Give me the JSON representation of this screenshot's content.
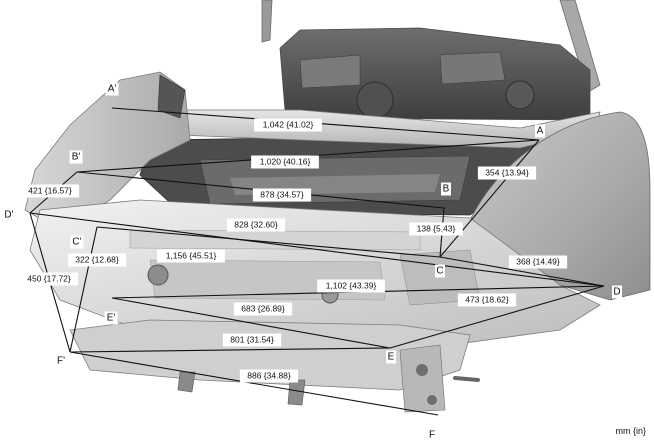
{
  "units_label": "mm {in}",
  "points": [
    "A",
    "A'",
    "B",
    "B'",
    "C",
    "C'",
    "D",
    "D'",
    "E",
    "E'",
    "F",
    "F'"
  ],
  "dimensions": [
    {
      "from": "A'",
      "to": "A",
      "label": "1,042 {41.02}"
    },
    {
      "from": "B'",
      "to": "A",
      "label": "1,020 {40.16}"
    },
    {
      "from": "B'",
      "to": "B",
      "label": "878 {34.57}"
    },
    {
      "from": "A",
      "to": "C",
      "label": "354 {13.94}"
    },
    {
      "from": "B'",
      "to": "D'",
      "label": "421 {16.57}"
    },
    {
      "from": "C'",
      "to": "C",
      "label": "828 {32.60}"
    },
    {
      "from": "B",
      "to": "C",
      "label": "138 {5.43}"
    },
    {
      "from": "D'",
      "to": "D",
      "label": "1,156 {45.51}"
    },
    {
      "from": "C",
      "to": "D",
      "label": "368 {14.49}"
    },
    {
      "from": "C'",
      "to": "F'",
      "label": "322 {12.68}"
    },
    {
      "from": "E'",
      "to": "D",
      "label": "1,102 {43.39}"
    },
    {
      "from": "D'",
      "to": "F'",
      "label": "450 {17.72}"
    },
    {
      "from": "E",
      "to": "D",
      "label": "473 {18.62}"
    },
    {
      "from": "E'",
      "to": "E",
      "label": "683 {26.89}"
    },
    {
      "from": "F'",
      "to": "E",
      "label": "801 {31.54}"
    },
    {
      "from": "F'",
      "to": "F",
      "label": "886 {34.88}"
    }
  ]
}
